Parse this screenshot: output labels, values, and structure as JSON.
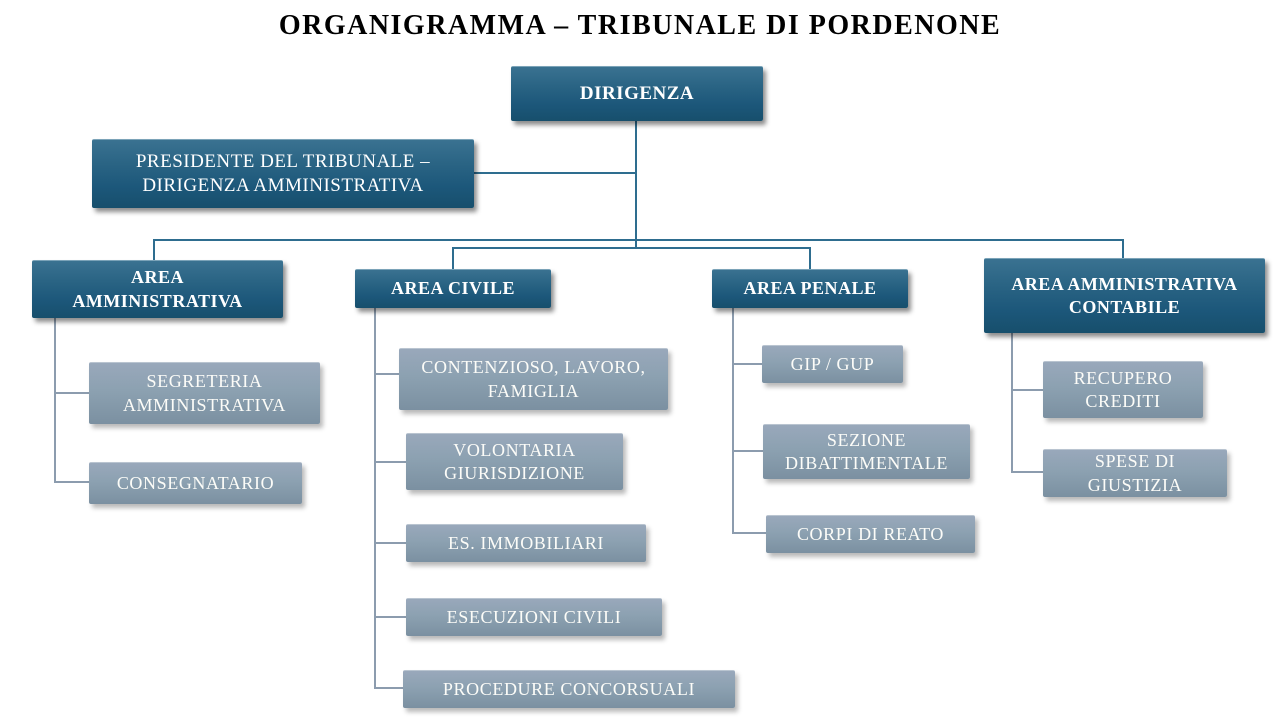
{
  "title": "ORGANIGRAMMA – TRIBUNALE DI PORDENONE",
  "org": {
    "root": {
      "label": "DIRIGENZA"
    },
    "president": {
      "label": "PRESIDENTE DEL TRIBUNALE –\nDIRIGENZA AMMINISTRATIVA"
    },
    "areas": [
      {
        "label": "AREA\nAMMINISTRATIVA",
        "children": [
          "SEGRETERIA\nAMMINISTRATIVA",
          "CONSEGNATARIO"
        ]
      },
      {
        "label": "AREA CIVILE",
        "children": [
          "CONTENZIOSO, LAVORO,\nFAMIGLIA",
          "VOLONTARIA\nGIURISDIZIONE",
          "ES. IMMOBILIARI",
          "ESECUZIONI CIVILI",
          "PROCEDURE CONCORSUALI"
        ]
      },
      {
        "label": "AREA PENALE",
        "children": [
          "GIP / GUP",
          "SEZIONE\nDIBATTIMENTALE",
          "CORPI DI REATO"
        ]
      },
      {
        "label": "AREA AMMINISTRATIVA\nCONTABILE",
        "children": [
          "RECUPERO\nCREDITI",
          "SPESE DI\nGIUSTIZIA"
        ]
      }
    ]
  },
  "colors": {
    "dark_box_top": "#3a7291",
    "dark_box_bottom": "#174f6c",
    "light_box_top": "#99a8bb",
    "light_box_bottom": "#7b90a1",
    "main_connector": "#2e6d8f",
    "sub_connector": "#8c9cae",
    "title_text": "#000000",
    "box_text": "#ffffff"
  }
}
